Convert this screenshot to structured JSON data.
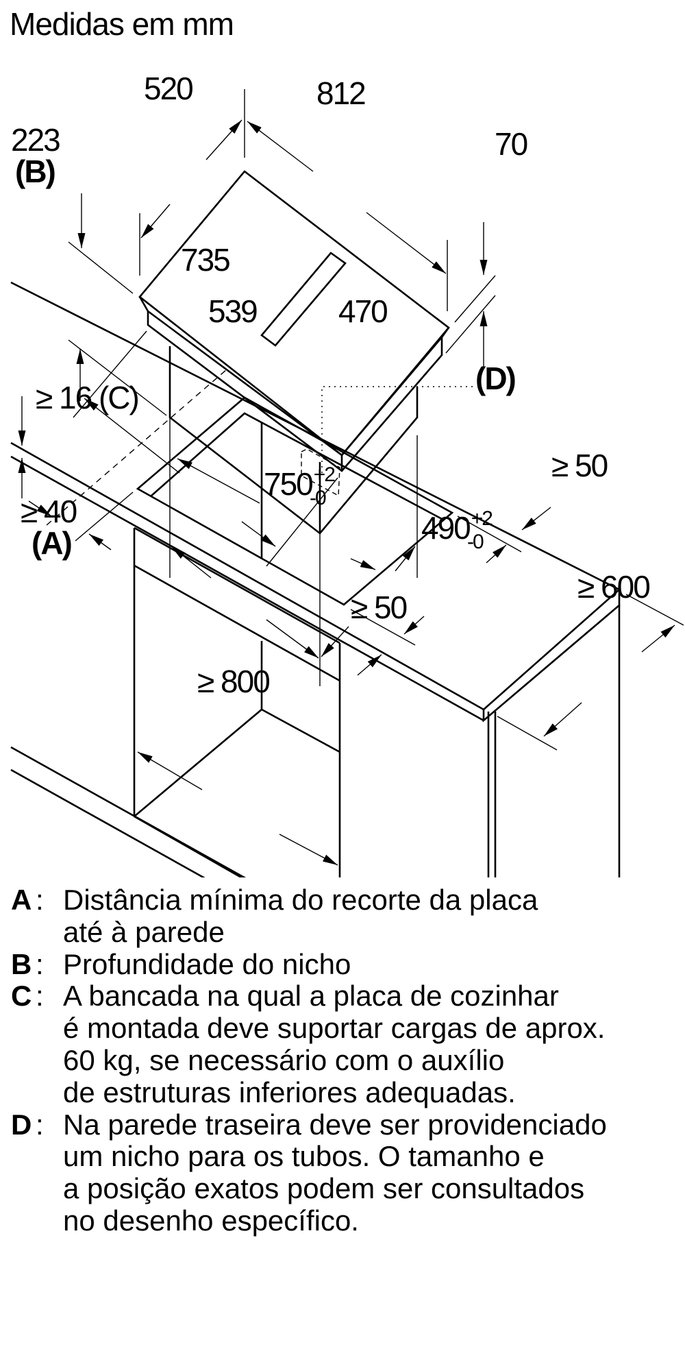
{
  "title": "Medidas em mm",
  "hob_dimensions": {
    "d520": "520",
    "d812": "812",
    "d223": "223",
    "b_label": "(B)",
    "d70": "70",
    "d735": "735",
    "d539": "539",
    "d470": "470"
  },
  "cutout_dimensions": {
    "c16": "≥ 16 (C)",
    "d_label": "(D)",
    "w750": "750",
    "w750_tol_plus": "+2",
    "w750_tol_minus": "-0",
    "w490": "490",
    "w490_tol_plus": "+2",
    "w490_tol_minus": "-0",
    "back50": "≥ 50",
    "a40": "≥ 40",
    "a_label": "(A)",
    "front50": "≥ 50",
    "depth600": "≥ 600",
    "width800": "≥ 800"
  },
  "legend": [
    {
      "key": "A",
      "lines": [
        "Distância mínima do recorte da placa",
        "até à parede"
      ]
    },
    {
      "key": "B",
      "lines": [
        "Profundidade do nicho"
      ]
    },
    {
      "key": "C",
      "lines": [
        "A bancada na qual a placa de cozinhar",
        "é montada deve suportar cargas de aprox.",
        "60 kg, se necessário com o auxílio",
        "de estruturas inferiores adequadas."
      ]
    },
    {
      "key": "D",
      "lines": [
        "Na parede traseira deve ser providenciado",
        "um nicho para os tubos. O tamanho e",
        "a posição exatos podem ser consultados",
        "no desenho específico."
      ]
    }
  ]
}
